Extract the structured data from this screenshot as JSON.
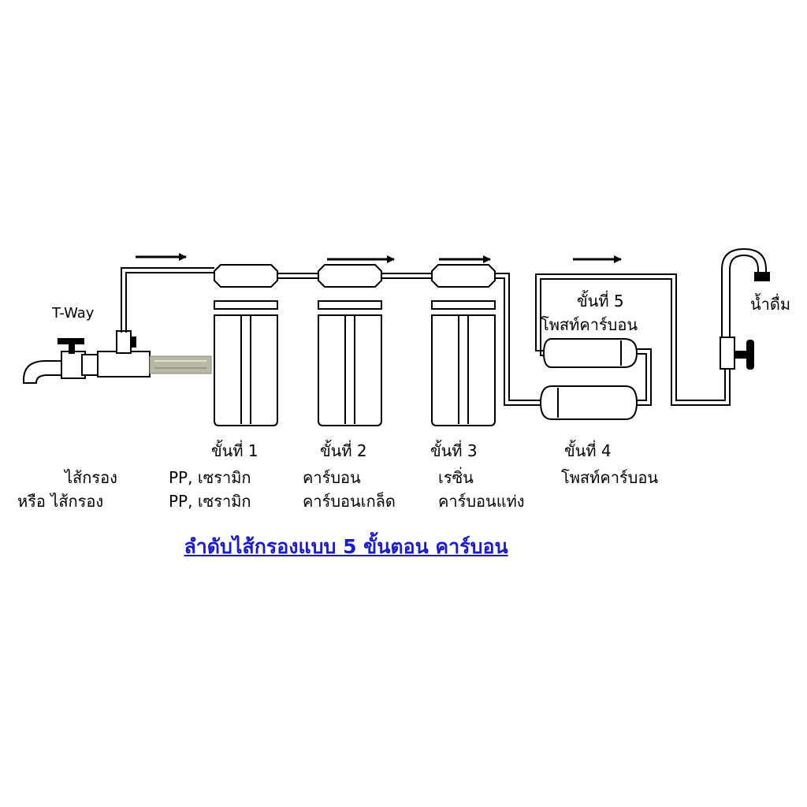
{
  "title": "ลำดับไส้กรองแบบ 5 ขั้นตอน คาร์บอน",
  "tway_label": "T-Way",
  "outlet_label": "น้ำดื่ม",
  "left_labels": {
    "line1": "ไส้กรอง",
    "line2": "หรือ ไส้กรอง"
  },
  "stages": [
    {
      "name": "ขั้นที่ 1",
      "line1": "PP, เซรามิก",
      "line2": "PP, เซรามิก"
    },
    {
      "name": "ขั้นที่ 2",
      "line1": "คาร์บอน",
      "line2": "คาร์บอนเกล็ด"
    },
    {
      "name": "ขั้นที่ 3",
      "line1": "เรซิ่น",
      "line2": "คาร์บอนแท่ง"
    },
    {
      "name": "ขั้นที่ 4",
      "line1": "โพสท์คาร์บอน"
    },
    {
      "name": "ขั้นที่ 5",
      "line1": "โพสท์คาร์บอน"
    }
  ],
  "colors": {
    "title": "#1a1ad0",
    "line": "#000000",
    "hose": "#b9b9a4"
  }
}
